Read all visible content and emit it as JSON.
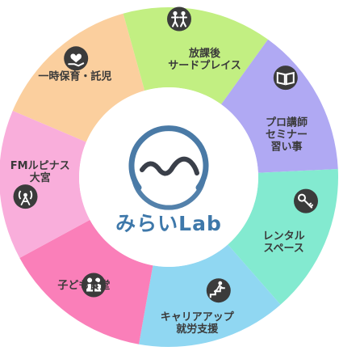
{
  "logo": {
    "text": "みらいLab",
    "colors": {
      "ring": "#4a7aa6",
      "mountain": "#3a3f49",
      "text": "#3e78aa"
    }
  },
  "segments": [
    {
      "key": "childcare",
      "icon": "heart-hand-icon",
      "lines": [
        "一時保育・託児"
      ],
      "color": "#fbcf9e"
    },
    {
      "key": "afterschool",
      "icon": "children-icon",
      "lines": [
        "放課後",
        "サードプレイス"
      ],
      "color": "#c2ef82"
    },
    {
      "key": "lessons",
      "icon": "book-icon",
      "lines": [
        "プロ講師",
        "セミナー",
        "習い事"
      ],
      "color": "#b0a9f3"
    },
    {
      "key": "rental",
      "icon": "keys-icon",
      "lines": [
        "レンタル",
        "スペース"
      ],
      "color": "#83ead0"
    },
    {
      "key": "career",
      "icon": "stairs-runner-icon",
      "lines": [
        "キャリアアップ",
        "就労支援"
      ],
      "color": "#90d7f2"
    },
    {
      "key": "cafeteria",
      "icon": "family-icon",
      "lines": [
        "子ども食堂"
      ],
      "color": "#fa7fb9"
    },
    {
      "key": "radio",
      "icon": "radio-tower-icon",
      "lines": [
        "FMルピナス",
        "大宮"
      ],
      "color": "#f9aedb"
    }
  ]
}
